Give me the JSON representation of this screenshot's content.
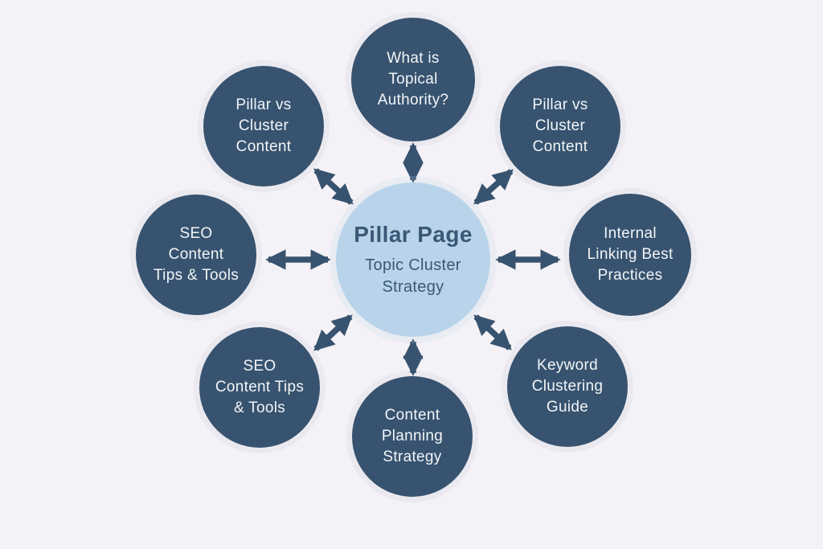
{
  "diagram": {
    "title": "Pillar Page Topic Cluster Strategy",
    "colors": {
      "background": "#f4f2f6",
      "node_fill": "#37536f",
      "node_text": "#f2f5f8",
      "center_fill": "#b9d4ea",
      "center_text": "#3a5876",
      "arrow": "#37536f"
    },
    "center": {
      "title": "Pillar Page",
      "subtitle": "Topic Cluster\nStrategy"
    },
    "nodes": [
      {
        "id": "top",
        "label": "What is\nTopical\nAuthority?"
      },
      {
        "id": "top-right",
        "label": "Pillar vs\nCluster\nContent"
      },
      {
        "id": "right",
        "label": "Internal\nLinking Best\nPractices"
      },
      {
        "id": "bottom-right",
        "label": "Keyword\nClustering\nGuide"
      },
      {
        "id": "bottom",
        "label": "Content\nPlanning\nStrategy"
      },
      {
        "id": "bottom-left",
        "label": "SEO\nContent Tips\n& Tools"
      },
      {
        "id": "left",
        "label": "SEO\nContent\nTips & Tools"
      },
      {
        "id": "top-left",
        "label": "Pillar vs\nCluster\nContent"
      }
    ]
  }
}
